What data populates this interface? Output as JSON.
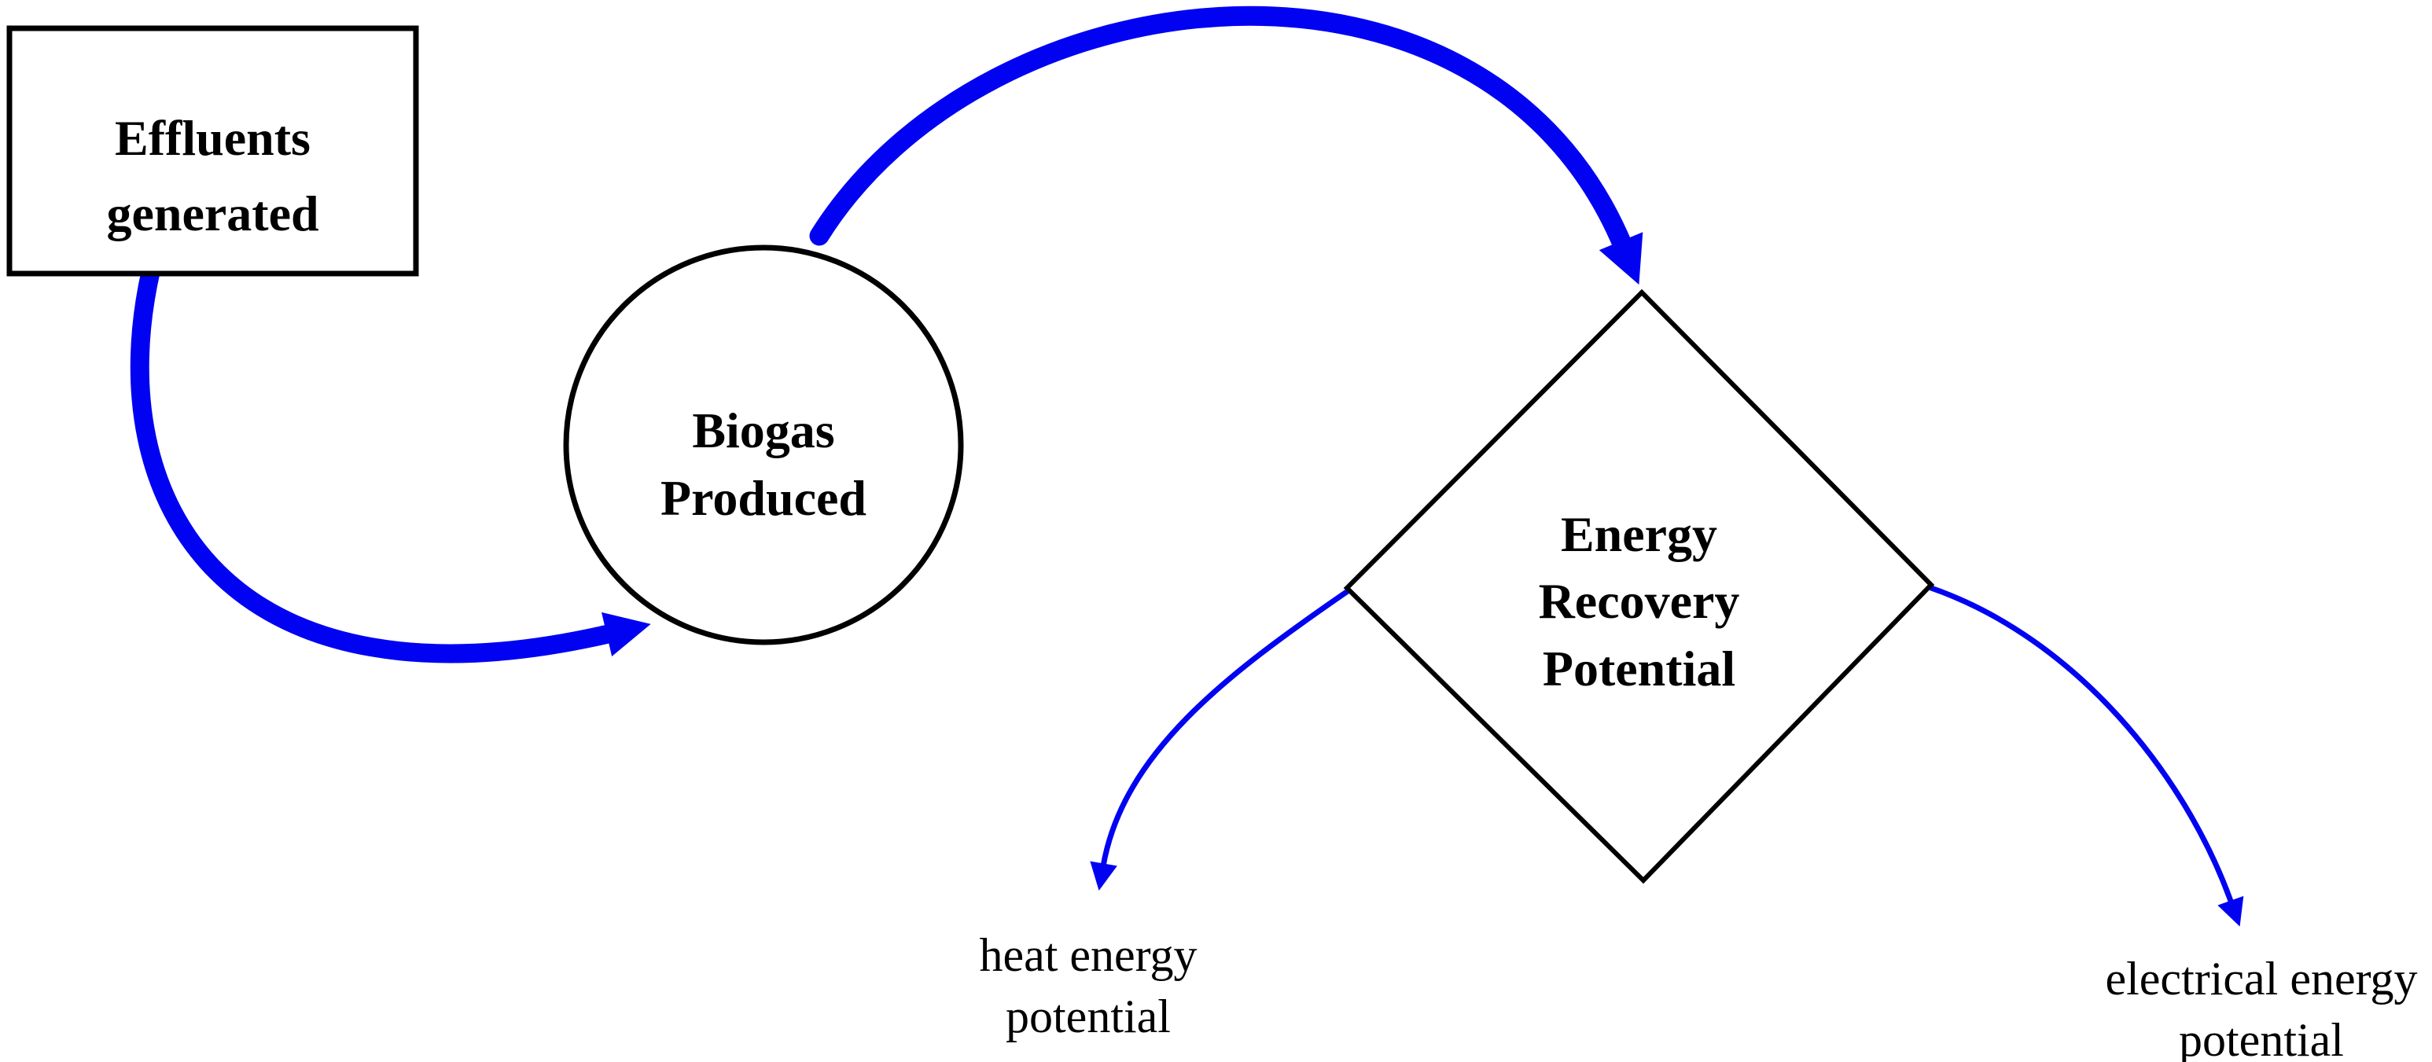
{
  "diagram": {
    "colors": {
      "background": "#ffffff",
      "arrow_blue": "#0202f2",
      "shape_outline": "#000000",
      "text": "#000000"
    },
    "nodes": [
      {
        "id": "effluents-generated",
        "shape": "rectangle",
        "label": "Effluents\ngenerated"
      },
      {
        "id": "biogas-produced",
        "shape": "circle",
        "label": "Biogas\nProduced"
      },
      {
        "id": "energy-recovery-potential",
        "shape": "diamond",
        "label": "Energy\nRecovery\nPotential"
      }
    ],
    "terminals": [
      {
        "id": "heat-energy-potential",
        "label": "heat energy\npotential"
      },
      {
        "id": "electrical-energy-potential",
        "label": "electrical energy\npotential"
      }
    ],
    "edges": [
      {
        "from": "effluents-generated",
        "to": "biogas-produced",
        "style": "thick-curved-arrow"
      },
      {
        "from": "biogas-produced",
        "to": "energy-recovery-potential",
        "style": "thick-curved-arrow"
      },
      {
        "from": "energy-recovery-potential",
        "to": "heat-energy-potential",
        "style": "thin-curved-arrow"
      },
      {
        "from": "energy-recovery-potential",
        "to": "electrical-energy-potential",
        "style": "thin-curved-arrow"
      }
    ]
  }
}
